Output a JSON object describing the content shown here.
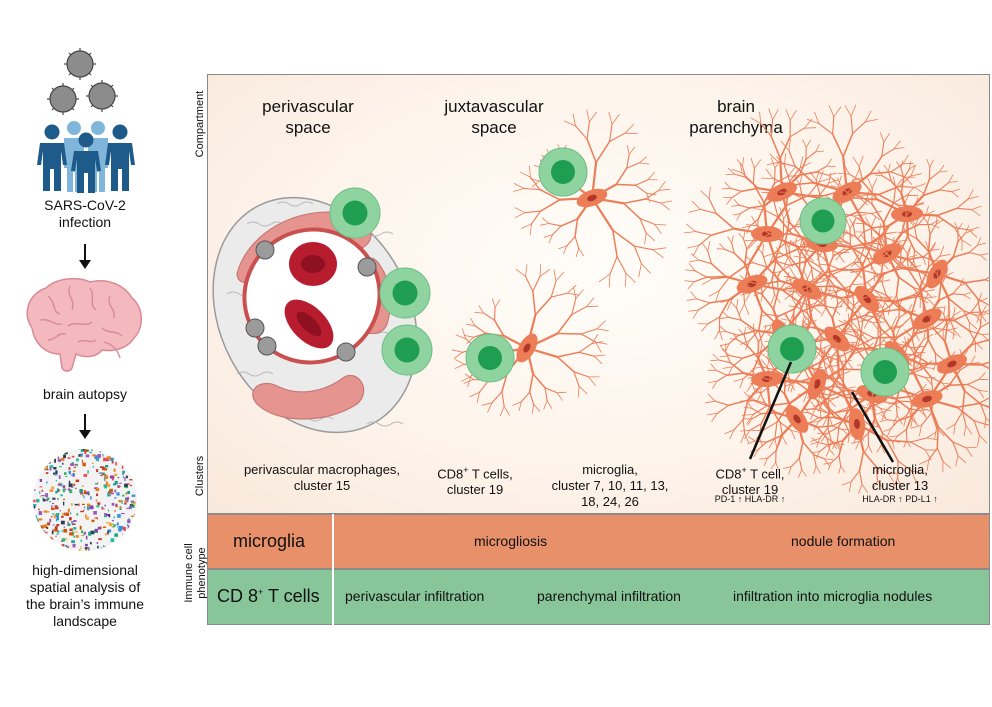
{
  "left": {
    "infection": "SARS-CoV-2\ninfection",
    "autopsy": "brain autopsy",
    "analysis": "high-dimensional\nspatial analysis of\nthe brain’s immune\nlandscape"
  },
  "axis": {
    "compartment": "Compartment",
    "clusters": "Clusters",
    "phenotype_line1": "Immune cell",
    "phenotype_line2": "phenotype"
  },
  "compartments": {
    "perivascular": "perivascular\nspace",
    "juxtavascular": "juxtavascular\nspace",
    "parenchyma": "brain\nparenchyma"
  },
  "clusters": {
    "pvm": "perivascular macrophages,\ncluster 15",
    "cd8_a_pre": "CD8",
    "cd8_a_sup": "+",
    "cd8_a_post": " T cells,\ncluster 19",
    "microglia": "microglia,\ncluster 7, 10, 11, 13,\n18, 24, 26",
    "cd8_b_pre": "CD8",
    "cd8_b_sup": "+",
    "cd8_b_post": " T cell,\ncluster 19",
    "cd8_b_markers": "PD-1 ↑   HLA-DR ↑",
    "mg13": "microglia,\ncluster 13",
    "mg13_markers": "HLA-DR ↑  PD-L1 ↑"
  },
  "phenotype": {
    "microglia_label": "microglia",
    "microgliosis": "microgliosis",
    "nodule": "nodule formation",
    "tcell_label_pre": "CD 8",
    "tcell_label_sup": "+",
    "tcell_label_post": " T cells",
    "pv_infiltration": "perivascular infiltration",
    "par_infiltration": "parenchymal infiltration",
    "nodule_infiltration": "infiltration into microglia nodules"
  },
  "colors": {
    "microglia_band": "#e8906a",
    "tcell_band": "#88c69a",
    "microglia_cell": "#ec7d57",
    "tcell_outer": "#8fd3a1",
    "tcell_inner": "#1f9e52",
    "rbc": "#c21f34"
  }
}
